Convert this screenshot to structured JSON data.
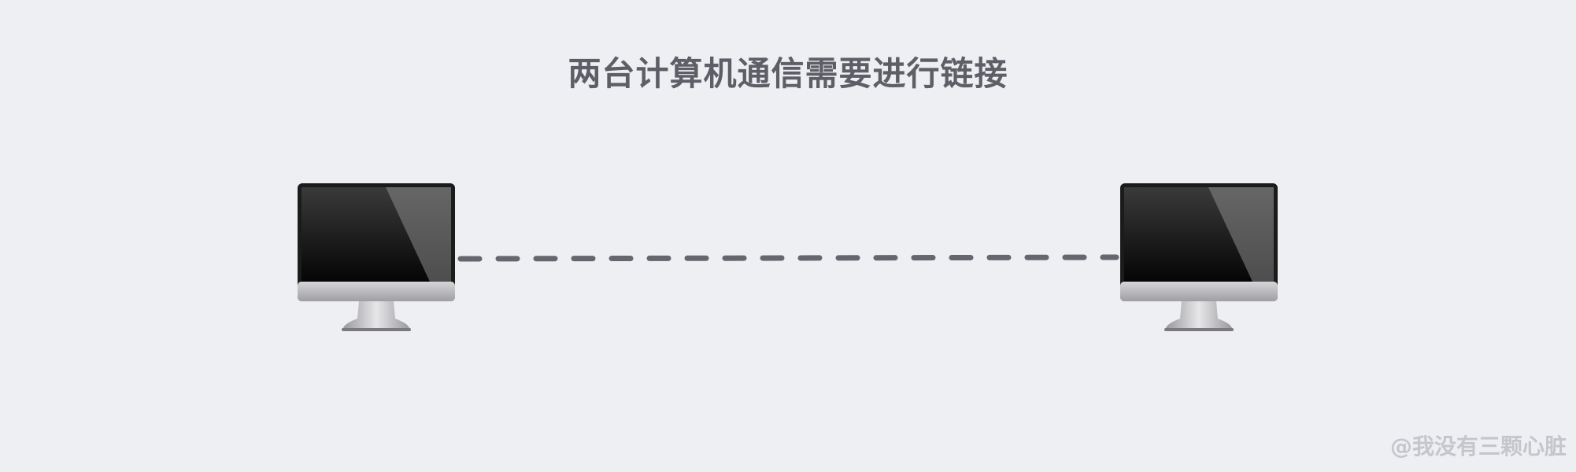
{
  "title": "两台计算机通信需要进行链接",
  "watermark": "@我没有三颗心脏",
  "colors": {
    "background": "#eeeff2",
    "title": "#5e5e66",
    "link": "#66666e",
    "screen": "#111111",
    "bezel": "#b9b9bd",
    "watermark": "#c5c6cc"
  },
  "nodes": [
    {
      "name": "computer-left",
      "icon": "monitor-icon"
    },
    {
      "name": "computer-right",
      "icon": "monitor-icon"
    }
  ],
  "link": {
    "style": "dashed"
  }
}
